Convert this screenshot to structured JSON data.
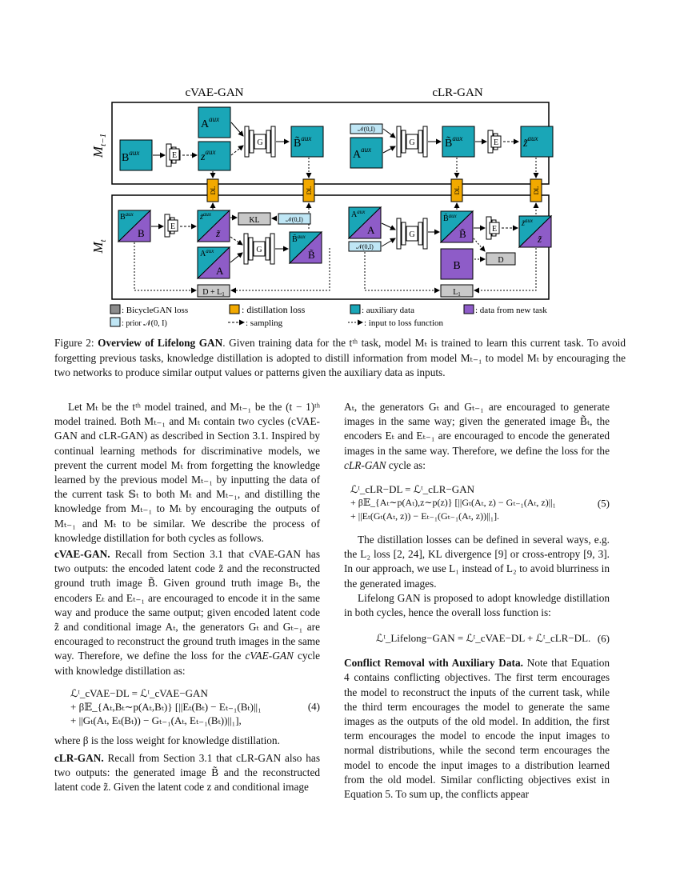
{
  "figure": {
    "title_left": "cVAE-GAN",
    "title_right": "cLR-GAN",
    "row_top": "M",
    "row_top_sub": "t−1",
    "row_bottom": "M",
    "row_bottom_sub": "t",
    "labels": {
      "b_aux": "B",
      "a_aux": "A",
      "z_aux": "z",
      "aux": "aux",
      "E": "E",
      "G": "G",
      "DL": "DL",
      "KL": "KL",
      "D": "D",
      "prior": "𝒩(0,I)",
      "dl_plus_l1": "D + L",
      "l1": "L",
      "l1_sub": "1",
      "A": "A",
      "B": "B",
      "z": "z"
    },
    "colors": {
      "teal": "#1aa6b7",
      "purple": "#8e5cc8",
      "gray": "#c8c8c8",
      "orange": "#f2a900",
      "lightblue": "#bfe6f5"
    },
    "legend": {
      "bicyclegan": ": BicycleGAN loss",
      "distill": ": distillation loss",
      "aux": ": auxiliary data",
      "newtask": ": data from new task",
      "prior": ": prior 𝒩(0, I)",
      "sampling": ": sampling",
      "input_loss": ": input to loss function"
    }
  },
  "caption": {
    "lead": "Figure 2: ",
    "bold": "Overview of Lifelong GAN",
    "text": ". Given training data for the tᵗʰ task, model Mₜ is trained to learn this current task. To avoid forgetting previous tasks, knowledge distillation is adopted to distill information from model Mₜ₋₁ to model Mₜ by encouraging the two networks to produce similar output values or patterns given the auxiliary data as inputs."
  },
  "left_col": {
    "p1": "Let Mₜ be the tᵗʰ model trained, and Mₜ₋₁ be the (t − 1)ᵗʰ model trained. Both Mₜ₋₁ and Mₜ contain two cycles (cVAE-GAN and cLR-GAN) as described in Section 3.1. Inspired by continual learning methods for discriminative models, we prevent the current model Mₜ from forgetting the knowledge learned by the previous model Mₜ₋₁ by inputting the data of the current task 𝕊ₜ to both Mₜ and Mₜ₋₁, and distilling the knowledge from Mₜ₋₁ to Mₜ by encouraging the outputs of Mₜ₋₁ and Mₜ to be similar. We describe the process of knowledge distillation for both cycles as follows.",
    "h2": "cVAE-GAN.",
    "p2": " Recall from Section 3.1 that cVAE-GAN has two outputs: the encoded latent code z̃ and the reconstructed ground truth image B̃. Given ground truth image Bₜ, the encoders Eₜ and Eₜ₋₁ are encouraged to encode it in the same way and produce the same output; given encoded latent code z̃ and conditional image Aₜ, the generators Gₜ and Gₜ₋₁ are encouraged to reconstruct the ground truth images in the same way. Therefore, we define the loss for the ",
    "p2_it": "cVAE-GAN",
    "p2_end": " cycle with knowledge distillation as:",
    "eq4_l1": "ℒᵗ_cVAE−DL = ℒᵗ_cVAE−GAN",
    "eq4_l2": "+ β𝔼_{Aₜ,Bₜ∼p(Aₜ,Bₜ)} [||Eₜ(Bₜ) − Eₜ₋₁(Bₜ)||₁",
    "eq4_l3": "+ ||Gₜ(Aₜ, Eₜ(Bₜ)) − Gₜ₋₁(Aₜ, Eₜ₋₁(Bₜ))||₁],",
    "eq4_num": "(4)",
    "p3": "where β is the loss weight for knowledge distillation.",
    "h3": "cLR-GAN.",
    "p4": " Recall from Section 3.1 that cLR-GAN also has two outputs: the generated image B̃ and the reconstructed latent code z̃. Given the latent code z and conditional image"
  },
  "right_col": {
    "p1": "Aₜ, the generators Gₜ and Gₜ₋₁ are encouraged to generate images in the same way; given the generated image B̃ₜ, the encoders Eₜ and Eₜ₋₁ are encouraged to encode the generated images in the same way. Therefore, we define the loss for the ",
    "p1_it": "cLR-GAN",
    "p1_end": " cycle as:",
    "eq5_l1": "ℒᵗ_cLR−DL = ℒᵗ_cLR−GAN",
    "eq5_l2": "+ β𝔼_{Aₜ∼p(Aₜ),z∼p(z)} [||Gₜ(Aₜ, z) − Gₜ₋₁(Aₜ, z)||₁",
    "eq5_l3": "+ ||Eₜ(Gₜ(Aₜ, z)) − Eₜ₋₁(Gₜ₋₁(Aₜ, z))||₁].",
    "eq5_num": "(5)",
    "p2": "The distillation losses can be defined in several ways, e.g. the L₂ loss [2, 24], KL divergence [9] or cross-entropy [9, 3]. In our approach, we use L₁ instead of L₂ to avoid blurriness in the generated images.",
    "p3": "Lifelong GAN is proposed to adopt knowledge distillation in both cycles, hence the overall loss function is:",
    "eq6": "ℒᵗ_Lifelong−GAN = ℒᵗ_cVAE−DL + ℒᵗ_cLR−DL.",
    "eq6_num": "(6)",
    "h4": "Conflict Removal with Auxiliary Data.",
    "p4": " Note that Equation 4 contains conflicting objectives. The first term encourages the model to reconstruct the inputs of the current task, while the third term encourages the model to generate the same images as the outputs of the old model. In addition, the first term encourages the model to encode the input images to normal distributions, while the second term encourages the model to encode the input images to a distribution learned from the old model. Similar conflicting objectives exist in Equation 5. To sum up, the conflicts appear"
  }
}
